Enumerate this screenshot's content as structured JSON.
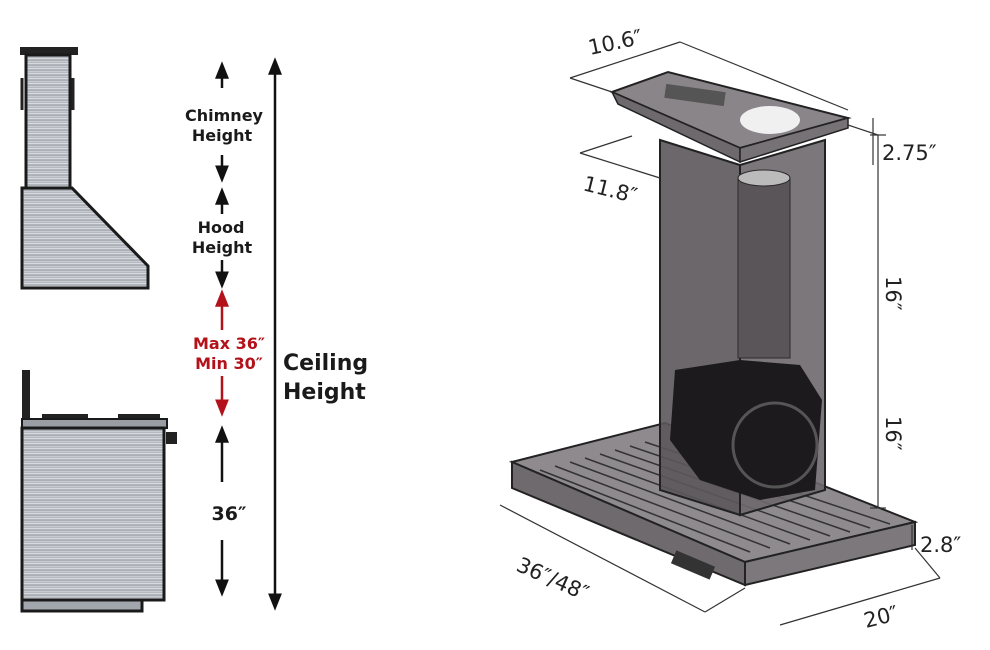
{
  "side_view": {
    "chimney_label": [
      "Chimney",
      "Height"
    ],
    "hood_label": [
      "Hood",
      "Height"
    ],
    "clearance_label": [
      "Max 36″",
      "Min 30″"
    ],
    "range_height": "36″",
    "ceiling_label": [
      "Ceiling",
      "Height"
    ]
  },
  "iso_view": {
    "cap_width": "10.6″",
    "cap_depth": "11.8″",
    "cap_height": "2.75″",
    "upper_chimney": "16″",
    "lower_chimney": "16″",
    "hood_thickness": "2.8″",
    "hood_width": "36″/48″",
    "hood_depth": "20″"
  },
  "colors": {
    "accent_red": "#b3121a",
    "steel": "#9aa0a6",
    "glass": "#5f5a5e"
  }
}
